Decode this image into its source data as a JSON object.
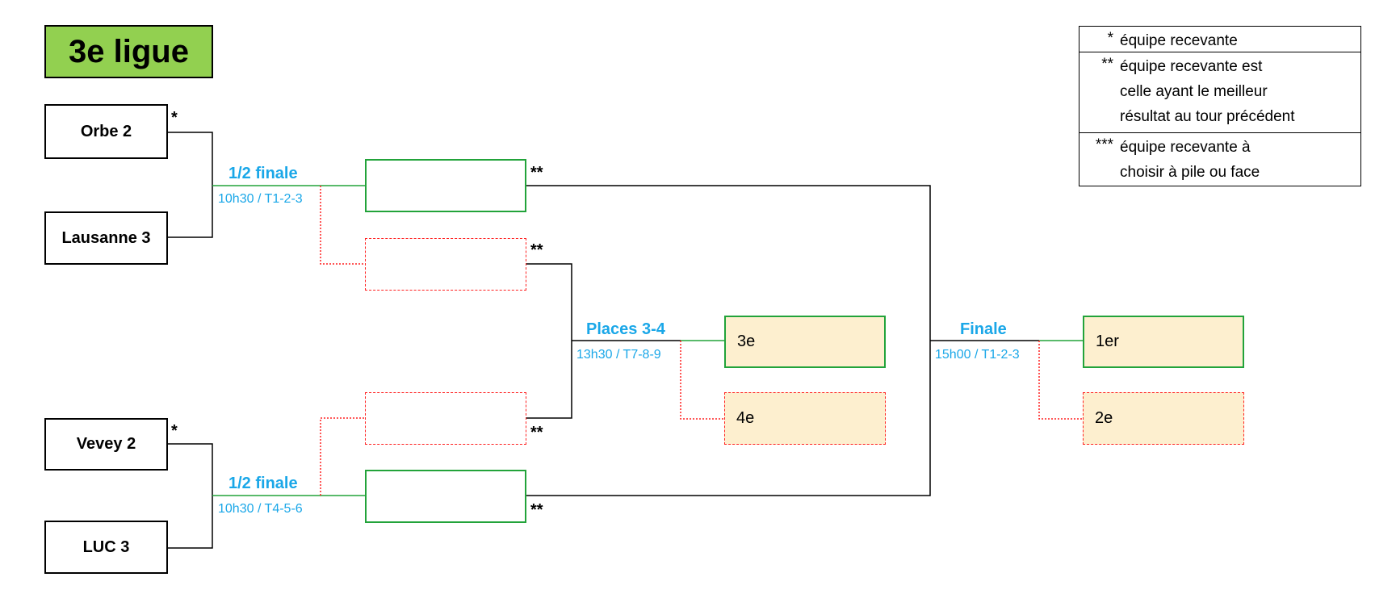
{
  "title": "3e ligue",
  "teams": [
    "Orbe 2",
    "Lausanne 3",
    "Vevey 2",
    "LUC 3"
  ],
  "home_mark_single": "*",
  "home_mark_double": "**",
  "semi1": {
    "label": "1/2 finale",
    "time": "10h30 / T1-2-3"
  },
  "semi2": {
    "label": "1/2 finale",
    "time": "10h30 / T4-5-6"
  },
  "places34": {
    "label": "Places 3-4",
    "time": "13h30 / T7-8-9",
    "third": "3e",
    "fourth": "4e"
  },
  "final": {
    "label": "Finale",
    "time": "15h00 / T1-2-3",
    "first": "1er",
    "second": "2e"
  },
  "legend": [
    {
      "mark": "*",
      "lines": [
        "équipe recevante"
      ]
    },
    {
      "mark": "**",
      "lines": [
        "équipe recevante est",
        "celle ayant le meilleur",
        "résultat au tour précédent"
      ]
    },
    {
      "mark": "***",
      "lines": [
        "équipe recevante à",
        "choisir à pile ou face"
      ]
    }
  ],
  "colors": {
    "winner": "#22a33a",
    "loser": "#ff2020",
    "label": "#1aa7e8",
    "title_bg": "#92d050",
    "result_bg": "#fdefcf"
  }
}
